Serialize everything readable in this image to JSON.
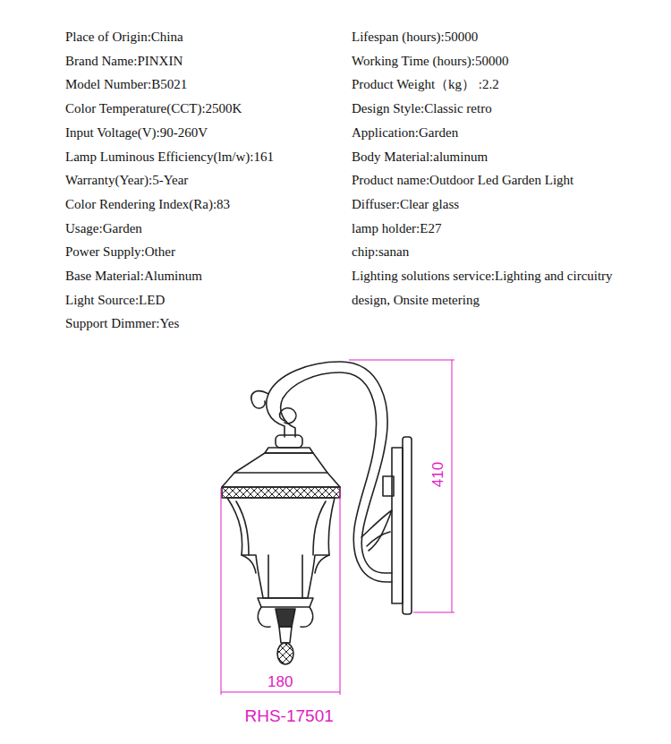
{
  "diagram": {
    "labels": [
      "Place of Origin:China",
      "Brand Name:PINXIN",
      "Model Number:B5021",
      "Color Temperature(CCT):2500K",
      "Input Voltage(V):90-260V",
      "Lamp Luminous Efficiency(lm/w):161",
      "Warranty(Year):5-Year",
      "Color Rendering Index(Ra):83",
      "Usage:Garden",
      "Power Supply:Other",
      "Base Material:Aluminum",
      "Light Source:LED",
      "Support Dimmer:Yes",
      "Lifespan (hours):50000",
      "Working Time (hours):50000",
      "Product Weight（kg） :2.2",
      "Design Style:Classic retro",
      "Application:Garden",
      "Body Material:aluminum",
      "Product name:Outdoor Led Garden Light",
      "Diffuser:Clear glass",
      "lamp holder:E27",
      "chip:sanan",
      "Lighting solutions service:Lighting and circuitry design, Onsite metering",
      "410",
      "180",
      "RHS-17501"
    ]
  }
}
